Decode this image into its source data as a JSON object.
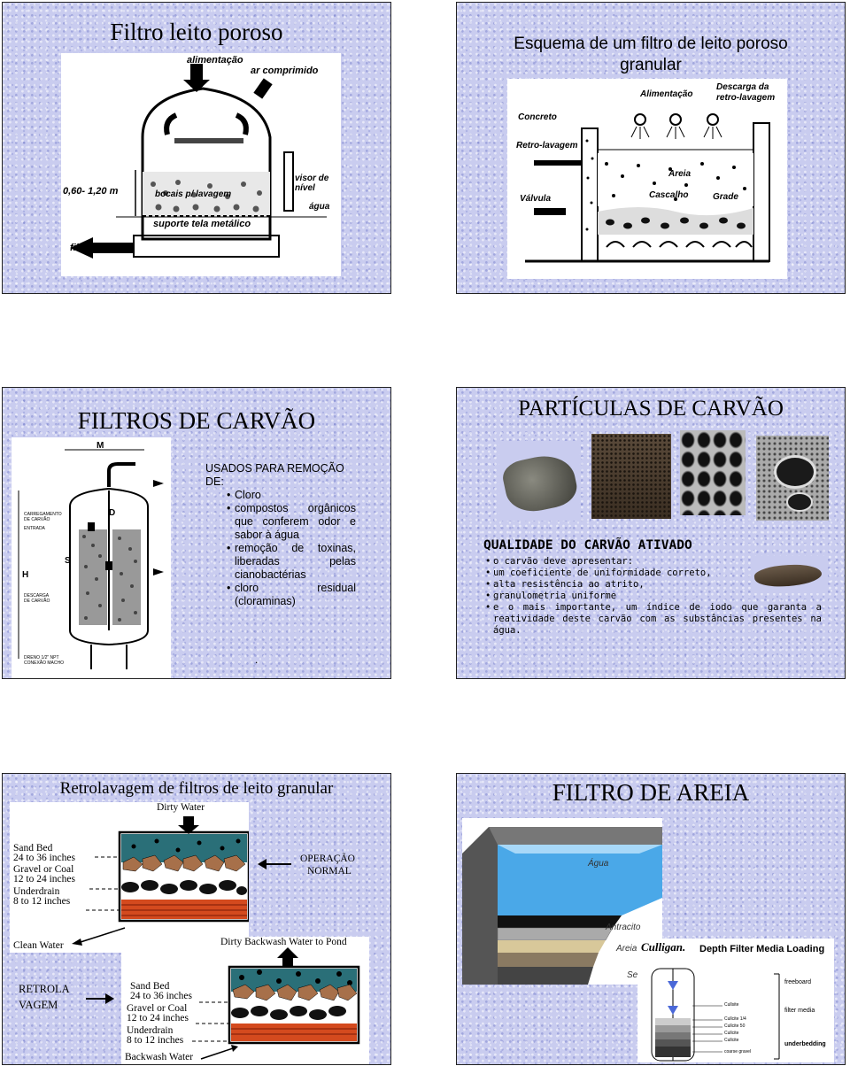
{
  "slide1": {
    "title": "Filtro leito poroso",
    "labels": {
      "feed": "alimentação",
      "air": "ar comprimido",
      "height": "0,60- 1,20 m",
      "nozzles": "bocais p/ lavagem",
      "level": "visor de nível",
      "water": "água",
      "support": "suporte tela metálico",
      "filtered": "filtrado"
    }
  },
  "slide2": {
    "title_line1": "Esquema de um filtro de leito poroso",
    "title_line2": "granular",
    "labels": {
      "feed": "Alimentação",
      "discharge_l1": "Descarga da",
      "discharge_l2": "retro-lavagem",
      "concrete": "Concreto",
      "backwash": "Retro-lavagem",
      "sand": "Areia",
      "valve": "Válvula",
      "gravel": "Cascalho",
      "grid": "Grade"
    }
  },
  "slide3": {
    "title": "FILTROS DE CARVÃO",
    "heading": "USADOS PARA REMOÇÃO DE:",
    "bullets": [
      "Cloro",
      "compostos orgânicos que conferem odor e sabor à água",
      "remoção de toxinas, liberadas pelas cianobactérias",
      "cloro residual (cloraminas)"
    ],
    "diagram": {
      "m": "M",
      "d": "D",
      "s": "S",
      "h": "H",
      "load_l1": "CARREGAMENTO",
      "load_l2": "DE CARVÃO",
      "inlet": "ENTRADA",
      "discharge_l1": "DESCARGA",
      "discharge_l2": "DE CARVÃO",
      "drain_l1": "DRENO 1/2\" NPT",
      "drain_l2": "CONEXÃO MACHO"
    },
    "dot": "."
  },
  "slide4": {
    "title": "PARTÍCULAS DE CARVÃO",
    "quality_heading": "QUALIDADE DO CARVÃO ATIVADO",
    "bullets": [
      "o carvão deve apresentar:",
      "um coeficiente de uniformidade correto,",
      "alta resistência ao atrito,",
      "granulometria uniforme",
      "e o mais importante, um índice de iodo que garanta a reatividade deste carvão com as substâncias presentes na água."
    ]
  },
  "slide5": {
    "title": "Retrolavagem de filtros de leito granular",
    "normal": {
      "dirty": "Dirty Water",
      "sand_l1": "Sand Bed",
      "sand_l2": "24 to 36 inches",
      "gravel_l1": "Gravel or Coal",
      "gravel_l2": "12 to 24 inches",
      "under_l1": "Underdrain",
      "under_l2": "8 to 12 inches",
      "clean": "Clean Water"
    },
    "normal_label_l1": "OPERAÇÃO",
    "normal_label_l2": "NORMAL",
    "back": {
      "dirty": "Dirty Backwash Water to Pond",
      "sand_l1": "Sand Bed",
      "sand_l2": "24 to 36 inches",
      "gravel_l1": "Gravel or Coal",
      "gravel_l2": "12 to 24 inches",
      "under_l1": "Underdrain",
      "under_l2": "8 to 12 inches",
      "water": "Backwash Water"
    },
    "back_label_l1": "RETROLA",
    "back_label_l2": "VAGEM"
  },
  "slide6": {
    "title": "FILTRO DE AREIA",
    "layers": {
      "water": "Água",
      "anthracite": "Antracito",
      "sand": "Areia",
      "gravel": "Seixo"
    },
    "culligan": {
      "brand": "Culligan.",
      "heading": "Depth Filter Media Loading",
      "freeboard": "freeboard",
      "filter_media": "filter media",
      "underbedding": "underbedding",
      "cullsite": "Cullsite",
      "c1": "Cullcite 1/4",
      "c2": "Cullcite 50",
      "c3": "Cullcite",
      "c4": "Cullcite",
      "gravel": "coarse gravel"
    }
  }
}
